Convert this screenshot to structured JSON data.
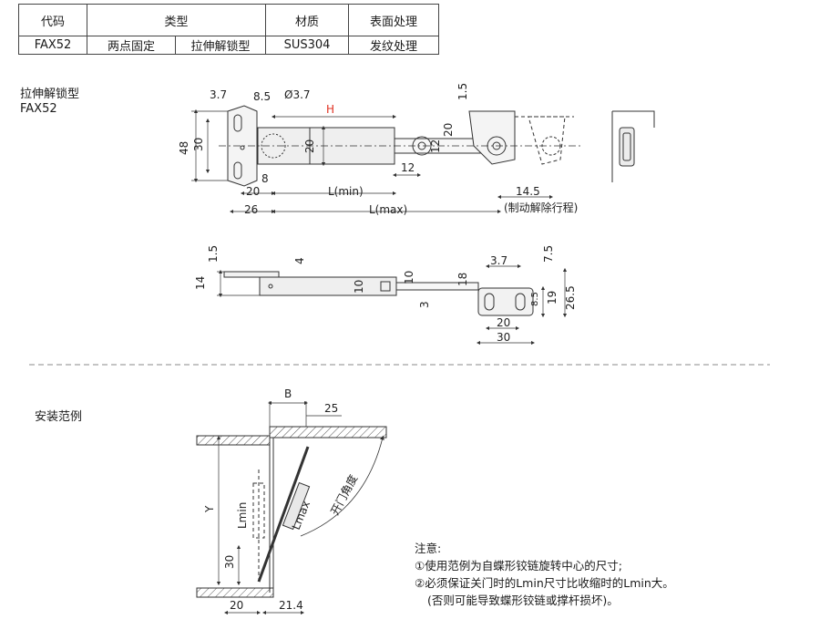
{
  "spec_table": {
    "headers": [
      "代码",
      "类型",
      "材质",
      "表面处理"
    ],
    "row": [
      "FAX52",
      "两点固定",
      "拉伸解锁型",
      "SUS304",
      "发纹处理"
    ]
  },
  "section_labels": {
    "product_type": "拉伸解锁型",
    "product_code": "FAX52",
    "install_example": "安装范例"
  },
  "top_view_dims": {
    "d1": "3.7",
    "d2": "8.5",
    "hole": "Ø3.7",
    "h": "H",
    "d48": "48",
    "d30": "30",
    "d20a": "20",
    "d8": "8",
    "d20b": "20",
    "d26": "26",
    "lmin": "L(min)",
    "lmax": "L(max)",
    "d12a": "12",
    "d20c": "20",
    "d12b": "12",
    "d15": "1.5",
    "d145": "14.5",
    "release": "(制动解除行程)"
  },
  "side_view_dims": {
    "d15": "1.5",
    "d4": "4",
    "d14": "14",
    "d10a": "10",
    "d10b": "10",
    "d18": "18",
    "d3": "3",
    "d37": "3.7",
    "d75": "7.5",
    "d85": "8.5",
    "d19": "19",
    "d265": "26.5",
    "d20": "20",
    "d30": "30"
  },
  "install_dims": {
    "b": "B",
    "d25": "25",
    "y": "Y",
    "lmin": "Lmin",
    "lmax": "Lmax",
    "d30": "30",
    "d20": "20",
    "d214": "21.4",
    "angle": "开门角度"
  },
  "notes": {
    "title": "注意:",
    "line1": "①使用范例为自蝶形铰链旋转中心的尺寸;",
    "line2": "②必须保证关门时的Lmin尺寸比收缩时的Lmin大。",
    "line3": "(否则可能导致蝶形铰链或撑杆损坏)。"
  },
  "colors": {
    "accent_h": "#e03020",
    "line": "#333333"
  }
}
